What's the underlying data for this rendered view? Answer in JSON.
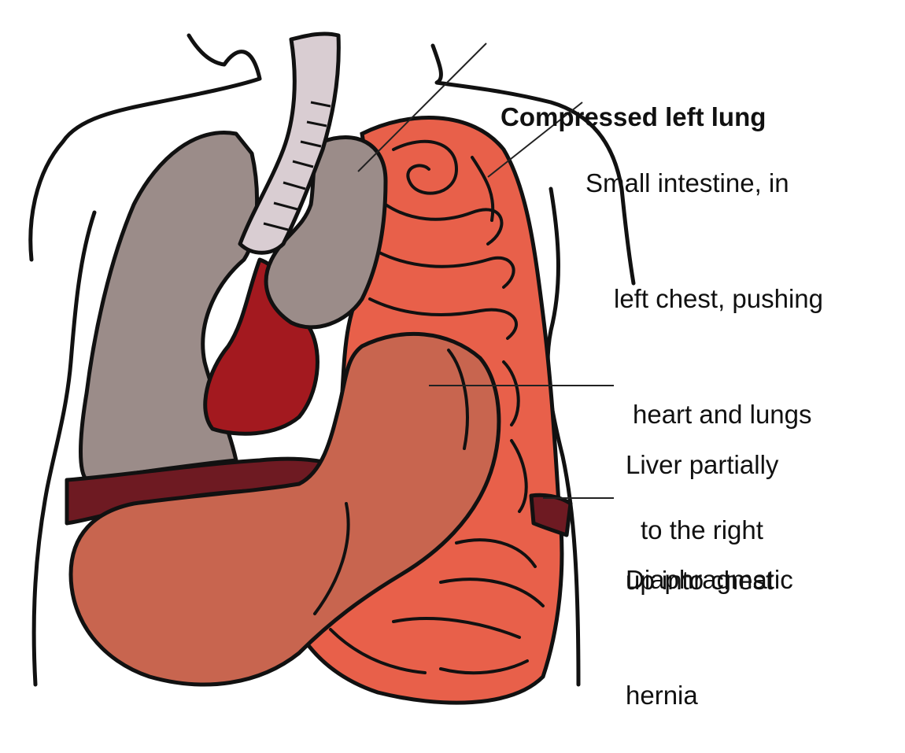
{
  "labels": {
    "lung": {
      "text": "Compressed left lung"
    },
    "intestine": {
      "lines": [
        "Small intestine, in",
        "left chest, pushing",
        "heart and lungs",
        "to the right"
      ]
    },
    "liver": {
      "lines": [
        "Liver partially",
        "up into chest"
      ]
    },
    "hernia": {
      "lines": [
        "Diaphragmatic",
        "hernia"
      ]
    }
  },
  "colors": {
    "outline": "#111111",
    "lung": "#9b8c89",
    "trachea": "#d9cdd2",
    "heart": "#a3191f",
    "diaphragm": "#6e1a22",
    "intestine": "#e8604a",
    "liver": "#c8654f",
    "leader_line": "#222222"
  },
  "icons": [
    "torso-outline",
    "trachea",
    "right-lung",
    "compressed-left-lung",
    "heart",
    "small-intestine",
    "liver",
    "diaphragm"
  ]
}
